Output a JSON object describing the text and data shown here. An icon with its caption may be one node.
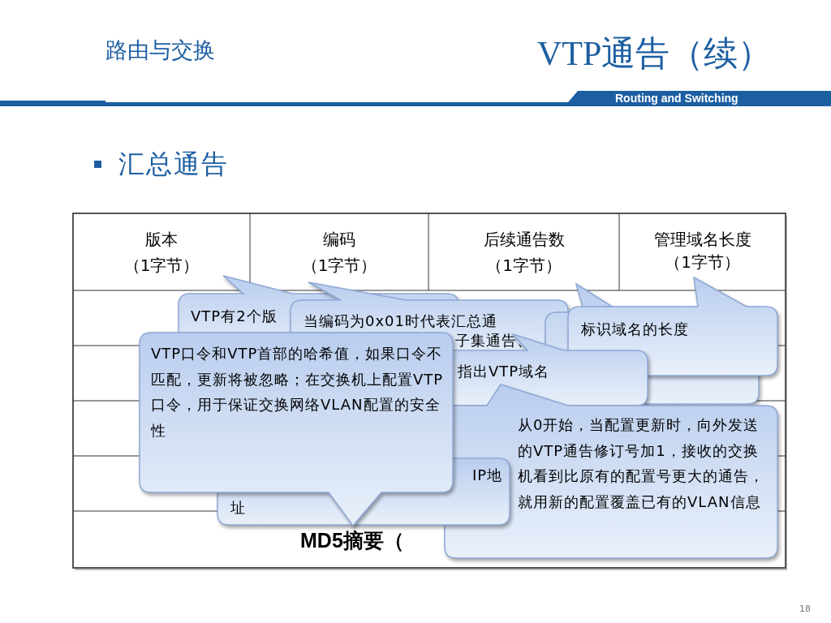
{
  "diagram": {
    "title": "VTP通告（续）",
    "nodes": [
      {
        "text": [
          "VTP有2个版"
        ]
      },
      {
        "text": [
          "当编码为0x01时代表汇总通",
          "子集通告、"
        ]
      },
      {
        "text": [],
        "shape": "box"
      },
      {
        "text": [
          "标识域名的长度"
        ]
      },
      {
        "text": [
          "VTP口令和VTP首部的哈希值，如果口令不匹配，更新将被忽略；在交换机上配置VTP口令，用于保证交换网络VLAN配置的安全性"
        ]
      },
      {
        "text": [
          "指出VTP域名"
        ]
      },
      {
        "text": [
          "从0开始，当配置更新时，向外发送的VTP通告修订号加1，接收的交换机看到比原有的配置号更大的通告，就用新的配置覆盖已有的VLAN信息"
        ]
      },
      {
        "text": [
          "IP地",
          "址"
        ]
      }
    ],
    "labels": [
      "路由与交换",
      "Routing and Switching",
      "汇总通告",
      "版本",
      "（1字节）",
      "编码",
      "（1字节）",
      "后续通告数",
      "（1字节）",
      "管理域名长度",
      "（1字节）",
      "MD5摘要（",
      "18"
    ]
  }
}
